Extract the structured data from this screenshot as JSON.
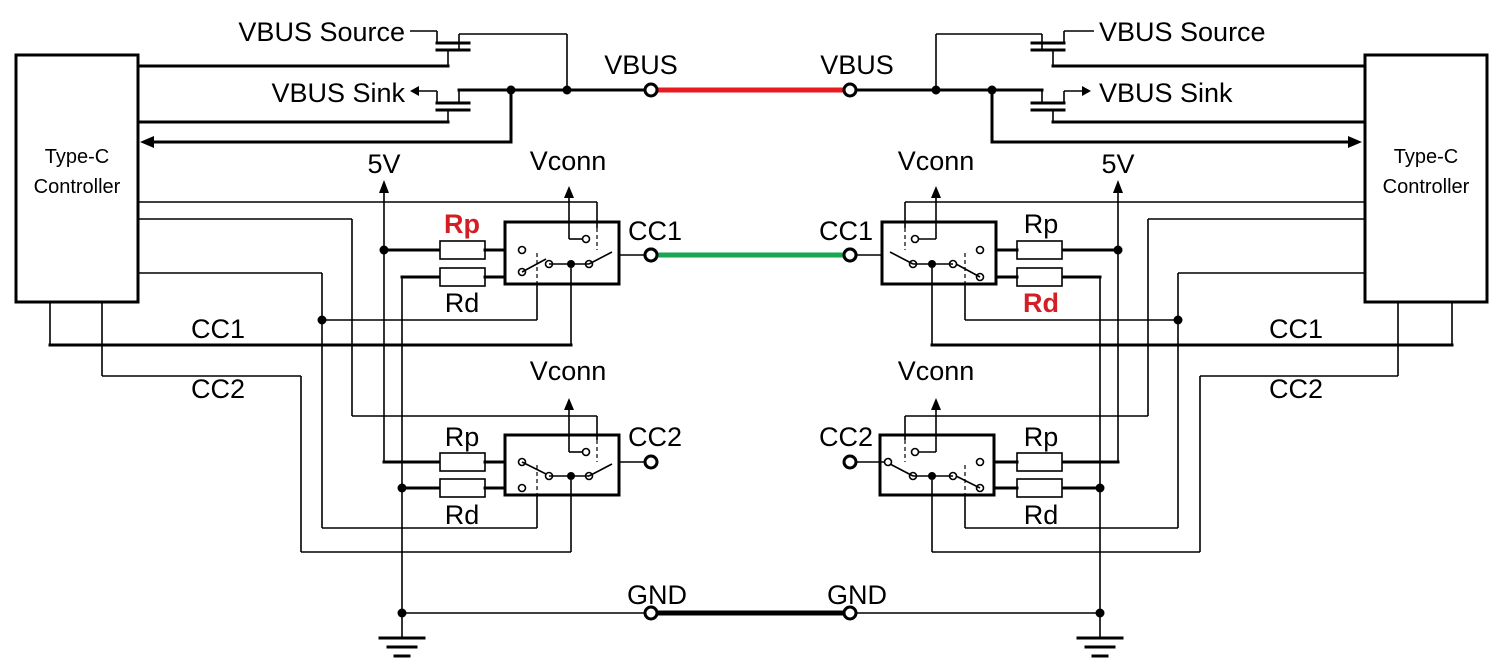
{
  "colors": {
    "vbus_line": "#e8191f",
    "cc_line": "#1aa650",
    "gnd_line": "#000000",
    "highlight_text": "#d21f26"
  },
  "controllers": {
    "left": {
      "line1": "Type-C",
      "line2": "Controller"
    },
    "right": {
      "line1": "Type-C",
      "line2": "Controller"
    }
  },
  "vbus": {
    "left_source": "VBUS Source",
    "left_sink": "VBUS Sink",
    "right_source": "VBUS Source",
    "right_sink": "VBUS Sink",
    "left_terminal": "VBUS",
    "right_terminal": "VBUS"
  },
  "supply": {
    "left_5v": "5V",
    "right_5v": "5V"
  },
  "vconn": {
    "left_top": "Vconn",
    "left_bottom": "Vconn",
    "right_top": "Vconn",
    "right_bottom": "Vconn"
  },
  "resistors": {
    "left_top_rp": "Rp",
    "left_top_rd": "Rd",
    "left_bottom_rp": "Rp",
    "left_bottom_rd": "Rd",
    "right_top_rp": "Rp",
    "right_top_rd": "Rd",
    "right_bottom_rp": "Rp",
    "right_bottom_rd": "Rd"
  },
  "cc": {
    "left_cc1_terminal": "CC1",
    "right_cc1_terminal": "CC1",
    "left_cc2_terminal": "CC2",
    "right_cc2_terminal": "CC2",
    "left_cc1_bus": "CC1",
    "left_cc2_bus": "CC2",
    "right_cc1_bus": "CC1",
    "right_cc2_bus": "CC2"
  },
  "ground": {
    "left": "GND",
    "right": "GND"
  }
}
